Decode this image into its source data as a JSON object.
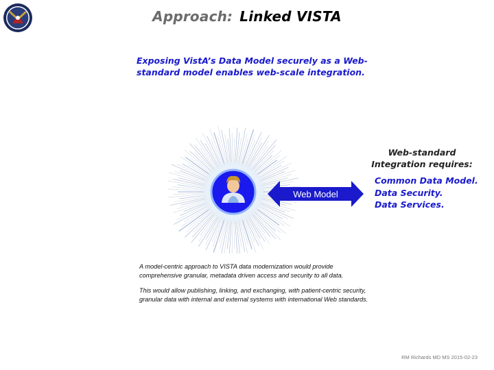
{
  "logo": {
    "icon": "department-seal-icon"
  },
  "title": {
    "prefix": "Approach:",
    "main": "Linked VISTA"
  },
  "subtitle": "Exposing VistA’s Data Model securely as a Web-standard model enables web-scale integration.",
  "graph": {
    "icon": "person-node-icon",
    "accent": "#1a1acc",
    "center_color": "#1a1aee"
  },
  "arrow": {
    "label": "Web Model",
    "color": "#1a1acc"
  },
  "requirements": {
    "heading": "Web-standard Integration requires:",
    "items": [
      "Common Data Model.",
      "Data Security.",
      "Data Services."
    ]
  },
  "description": {
    "p1": "A model-centric approach to VISTA data modernization would provide comprehensive granular, metadata driven access and security to all data.",
    "p2": "This would allow publishing,  linking, and exchanging,  with patient-centric security,  granular data with internal and external systems with international Web standards."
  },
  "footer": "RM Richards MD MS  2015-02-23"
}
